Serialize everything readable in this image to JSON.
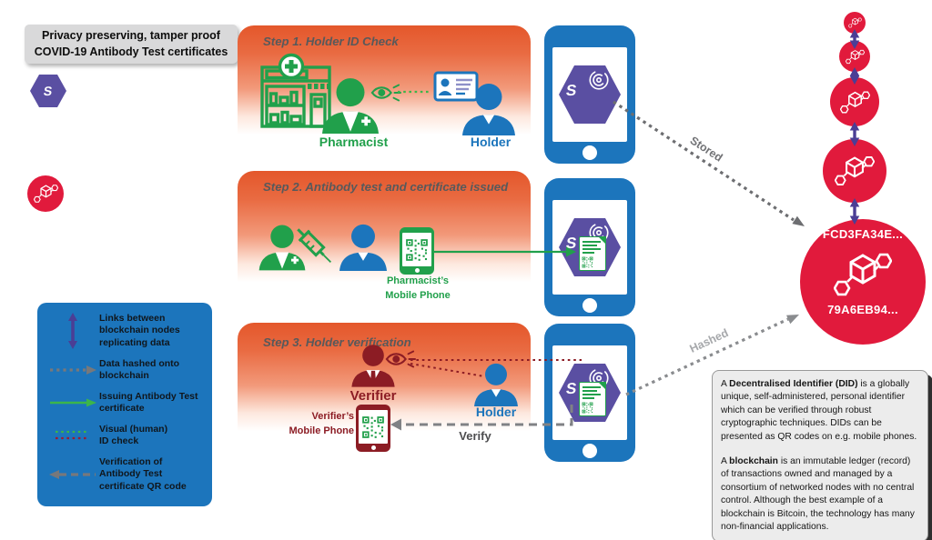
{
  "title_box": {
    "text": "Privacy preserving, tamper proof\nCOVID-19 Antibody Test certificates"
  },
  "legend": {
    "items": [
      {
        "icon": "double-arrow-vertical-icon",
        "label": "Links between\nblockchain nodes\nreplicating data"
      },
      {
        "icon": "dotted-arrow-right-icon",
        "label": "Data hashed onto\nblockchain"
      },
      {
        "icon": "solid-arrow-right-icon",
        "label": "Issuing Antibody Test\ncertificate"
      },
      {
        "icon": "dotted-id-check-lines-icon",
        "label": "Visual (human)\nID check"
      },
      {
        "icon": "dashed-arrow-left-icon",
        "label": "Verification of\nAntibody Test\ncertificate QR code"
      }
    ]
  },
  "steps": [
    {
      "title": "Step 1. Holder ID Check",
      "pharmacist_label": "Pharmacist",
      "holder_label": "Holder"
    },
    {
      "title": "Step 2. Antibody test and certificate issued",
      "phone_label": "Pharmacist’s\nMobile Phone"
    },
    {
      "title": "Step 3. Holder verification",
      "verifier_label": "Verifier",
      "holder_label": "Holder",
      "phone_label": "Verifier’s\nMobile Phone",
      "verify_label": "Verify"
    }
  ],
  "flow_labels": {
    "stored": "Stored",
    "hashed": "Hashed"
  },
  "ledger": {
    "hash_top": "FCD3FA34E...",
    "hash_bottom": "79A6EB94..."
  },
  "info_box": {
    "p1_prefix": "A ",
    "p1_bold": "Decentralised Identifier (DID)",
    "p1_rest": " is a globally unique, self-administered, personal identifier which can be verified through robust cryptographic techniques. DIDs can be presented as QR codes on e.g. mobile phones.",
    "p2_prefix": "A ",
    "p2_bold": "blockchain",
    "p2_rest": " is an immutable ledger (record) of transactions owned and managed by a consortium of networked nodes with no central control. Although the best example of a blockchain is Bitcoin, the technology has many non-financial applications."
  },
  "colors": {
    "orange": "#E4572B",
    "blue": "#1C75BC",
    "green": "#21A04B",
    "bright_green": "#3CB54A",
    "purple": "#5A4FA2",
    "arrow_purple": "#4B3E95",
    "red": "#E11A3C",
    "maroon": "#8C1C24",
    "gray": "#77787B",
    "step_title_gray": "#58595B"
  }
}
